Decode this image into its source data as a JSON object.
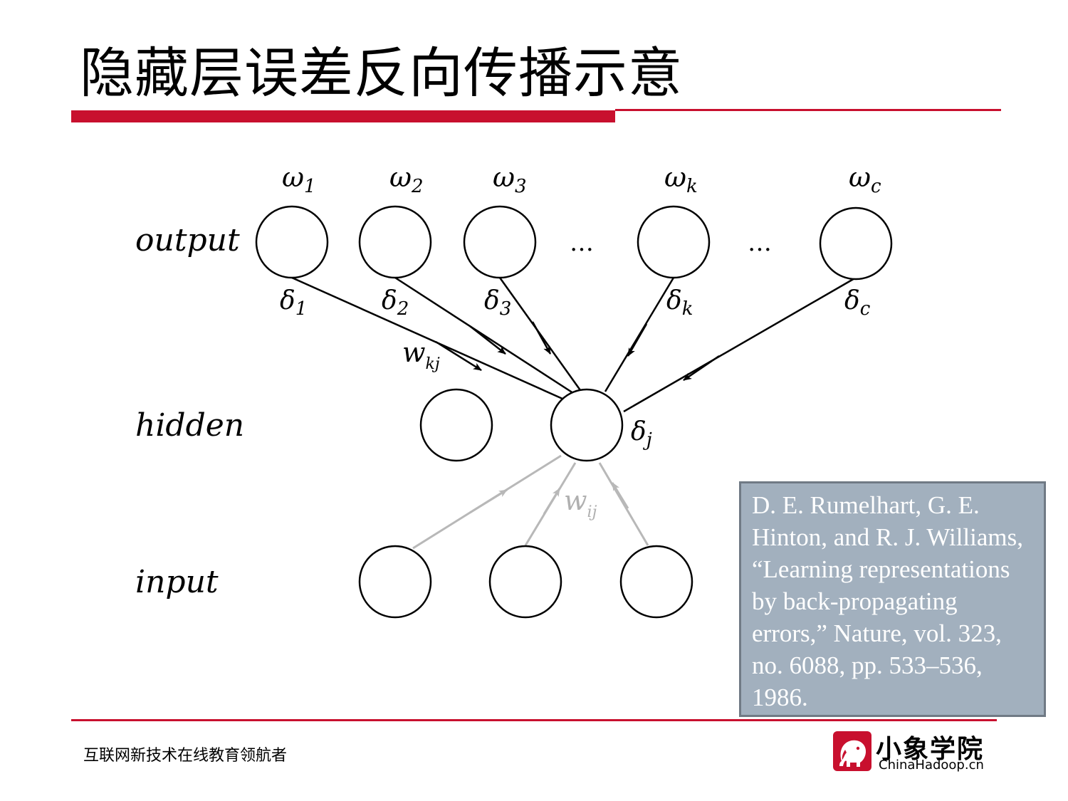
{
  "title": "隐藏层误差反向传播示意",
  "colors": {
    "accent": "#c8102e",
    "citation_bg": "#a2b0be",
    "gray_arrow": "#b8b8b8"
  },
  "diagram": {
    "layer_labels": {
      "output": "output",
      "hidden": "hidden",
      "input": "input"
    },
    "output_nodes": [
      {
        "id": "1",
        "omega": "ω",
        "omega_sub": "1",
        "delta": "δ",
        "delta_sub": "1"
      },
      {
        "id": "2",
        "omega": "ω",
        "omega_sub": "2",
        "delta": "δ",
        "delta_sub": "2"
      },
      {
        "id": "3",
        "omega": "ω",
        "omega_sub": "3",
        "delta": "δ",
        "delta_sub": "3"
      },
      {
        "id": "k",
        "omega": "ω",
        "omega_sub": "k",
        "delta": "δ",
        "delta_sub": "k"
      },
      {
        "id": "c",
        "omega": "ω",
        "omega_sub": "c",
        "delta": "δ",
        "delta_sub": "c"
      }
    ],
    "ellipsis": "…",
    "hidden_delta": {
      "sym": "δ",
      "sub": "j"
    },
    "weight_kj": {
      "sym": "w",
      "sub": "kj"
    },
    "weight_ij": {
      "sym": "w",
      "sub": "ij"
    }
  },
  "citation": "D. E. Rumelhart, G. E. Hinton, and R. J. Williams, “Learning representations by back-propagating errors,” Nature, vol. 323, no. 6088, pp. 533–536, 1986.",
  "footer": {
    "tagline": "互联网新技术在线教育领航者",
    "logo_cn": "小象学院",
    "logo_en": "ChinaHadoop.cn",
    "logo_icon": "elephant-icon"
  }
}
